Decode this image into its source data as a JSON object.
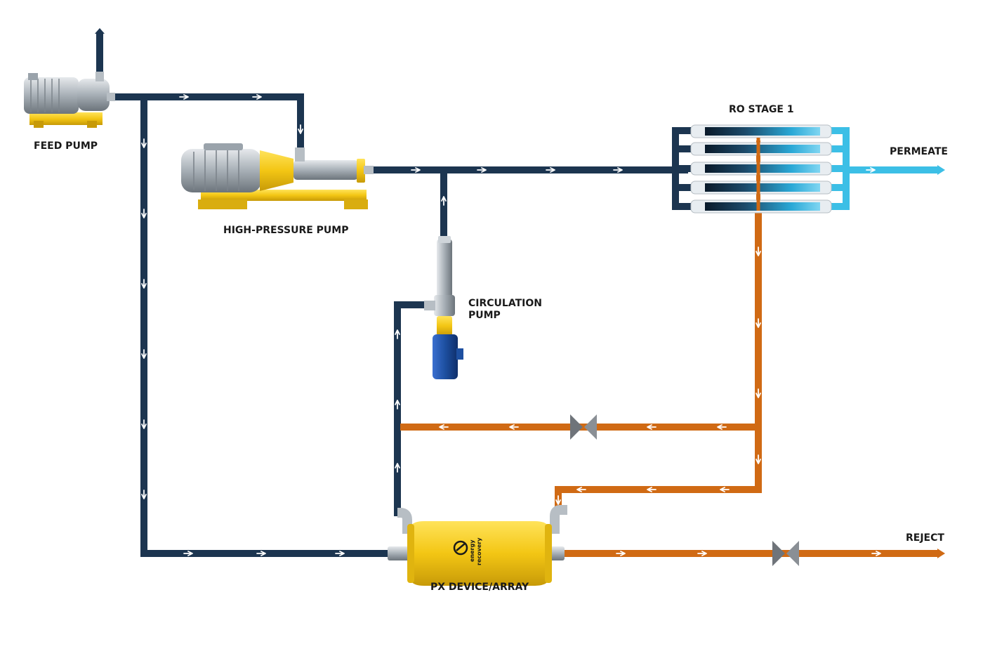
{
  "labels": {
    "feed_pump": "FEED PUMP",
    "high_pressure_pump": "HIGH-PRESSURE PUMP",
    "circulation_pump_line1": "CIRCULATION",
    "circulation_pump_line2": "PUMP",
    "ro_stage": "RO STAGE 1",
    "permeate": "PERMEATE",
    "reject": "REJECT",
    "px_device": "PX DEVICE/ARRAY"
  },
  "px_logo": {
    "line1": "energy",
    "line2": "recovery"
  },
  "colors": {
    "feed_line": "#1c3550",
    "brine_line": "#d06a14",
    "permeate_line": "#3cbfe6",
    "equipment_yellow": "#f3c614",
    "motor_grey": "#9aa3ab",
    "motor_blue": "#1d4fa0",
    "valve_grey": "#6f747a"
  },
  "icons": {
    "valve": "butterfly-valve-icon",
    "arrow": "flow-arrow-icon"
  }
}
